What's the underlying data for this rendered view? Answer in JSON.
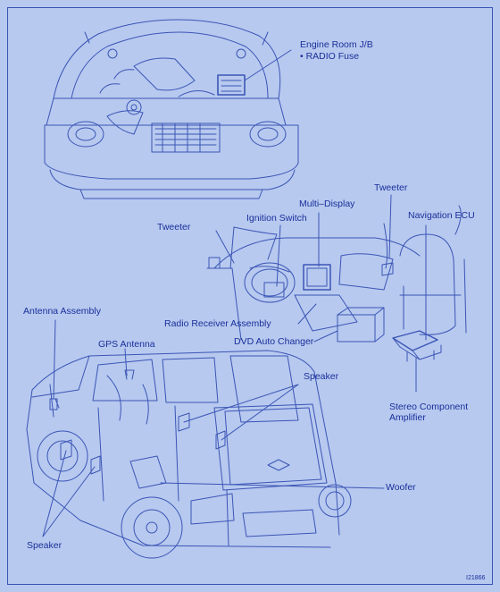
{
  "labels": {
    "engine_room_jb": "Engine Room J/B",
    "radio_fuse": "• RADIO Fuse",
    "tweeter_right": "Tweeter",
    "multi_display": "Multi–Display",
    "navigation_ecu": "Navigation ECU",
    "tweeter_left": "Tweeter",
    "ignition_switch": "Ignition Switch",
    "antenna_assembly": "Antenna Assembly",
    "radio_receiver_assembly": "Radio Receiver Assembly",
    "gps_antenna": "GPS Antenna",
    "dvd_auto_changer": "DVD Auto Changer",
    "speaker_upper": "Speaker",
    "stereo_component_amplifier_1": "Stereo Component",
    "stereo_component_amplifier_2": "Amplifier",
    "woofer": "Woofer",
    "speaker_lower": "Speaker"
  },
  "figure_code": "I21866",
  "colors": {
    "background": "#b7c9ef",
    "line": "#3b55b5",
    "text": "#1a2f9a"
  }
}
